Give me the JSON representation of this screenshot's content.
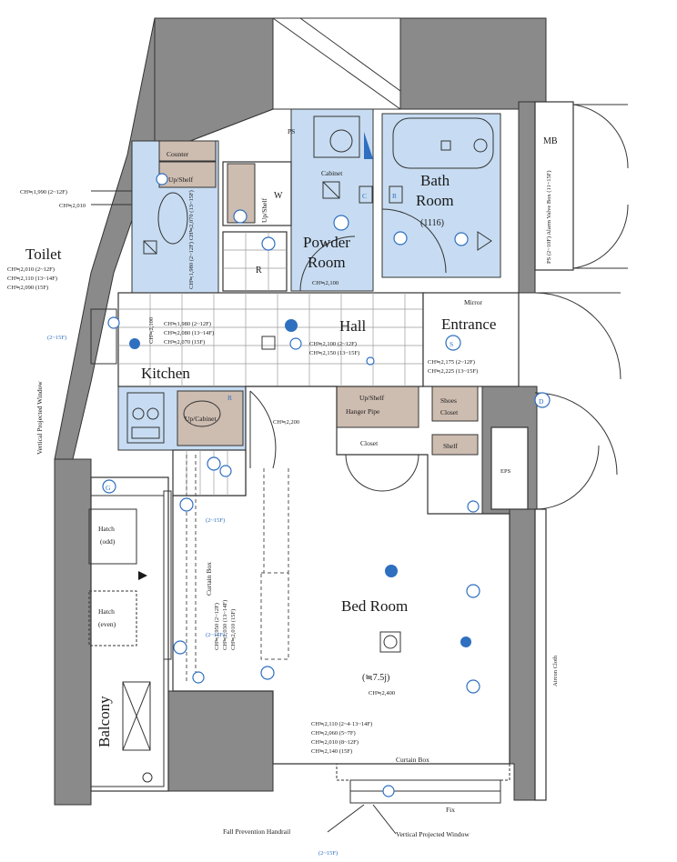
{
  "rooms": {
    "toilet": "Toilet",
    "kitchen": "Kitchen",
    "hall": "Hall",
    "entrance": "Entrance",
    "bath_room_1": "Bath",
    "bath_room_2": "Room",
    "bath_size": "(1116)",
    "powder_room_1": "Powder",
    "powder_room_2": "Room",
    "bed_room": "Bed Room",
    "bed_size": "(≒7.5j)",
    "balcony": "Balcony"
  },
  "labels": {
    "ps_top": "PS",
    "mb": "MB",
    "eps": "EPS",
    "w": "W",
    "r_mark": "R",
    "counter_shelf": "Counter",
    "up_shelf_toilet": "Up/Shelf",
    "up_shelf_w": "Up/Shelf",
    "cabinet": "Cabinet",
    "mirror": "Mirror",
    "up_cabinet": "Up/Cabinet",
    "shoes_closet_1": "Shoes",
    "shoes_closet_2": "Closet",
    "up_shelf_closet": "Up/Shelf",
    "hanger_pipe": "Hanger Pipe",
    "closet": "Closet",
    "shelf": "Shelf",
    "hatch_odd_1": "Hatch",
    "hatch_odd_2": "(odd)",
    "hatch_even_1": "Hatch",
    "hatch_even_2": "(even)",
    "curtain_box_vertical": "Curtain Box",
    "curtain_box_bottom": "Curtain Box",
    "fix": "Fix",
    "fall_prevention": "Fall Prevention Handrail",
    "vertical_window_bottom": "Vertical Projected Window",
    "vertical_window_left": "Vertical Projected Window",
    "aircon_cloth": "Aircon Cloth",
    "ps_alarm": "PS (2~10F) Alarm Valve Box (11~15F)",
    "g_mark": "G",
    "s_mark": "S",
    "d_mark": "D",
    "c_mark": "C",
    "r_mark_bath": "R",
    "r_mark_kitchen": "R"
  },
  "ceiling_heights": {
    "toilet_top_1": "CH≒1,990 (2~12F)",
    "toilet_top_2": "CH≒2,010",
    "toilet_1": "CH≒2,010 (2~12F)",
    "toilet_2": "CH≒2,110 (13~14F)",
    "toilet_3": "CH≒2,090 (15F)",
    "toilet_inner": "CH≒1,980 (2~12F) CH≒2,070 (13~15F)",
    "powder": "CH≒2,100",
    "kitchen_left": "CH≒2,100",
    "hall_left_1": "CH≒1,980 (2~12F)",
    "hall_left_2": "CH≒2,080 (13~14F)",
    "hall_left_3": "CH≒2,070 (15F)",
    "hall_right_1": "CH≒2,100 (2~12F)",
    "hall_right_2": "CH≒2,150 (13~15F)",
    "entrance_1": "CH≒2,175 (2~12F)",
    "entrance_2": "CH≒2,225 (13~15F)",
    "bed_upper": "CH≒2,200",
    "bed_main": "CH≒2,400",
    "bed_curtain_1": "CH≒1,950 (2~12F)",
    "bed_curtain_2": "CH≒2,030 (13~14F)",
    "bed_curtain_3": "CH≒2,010 (15F)",
    "bed_bottom_1": "CH≒2,110 (2~4·13~14F)",
    "bed_bottom_2": "CH≒2,060 (5~7F)",
    "bed_bottom_3": "CH≒2,010 (8~12F)",
    "bed_bottom_4": "CH≒2,140 (15F)"
  },
  "floor_notes": {
    "left_window": "(2~15F)",
    "balcony_upper": "(2~15F)",
    "balcony_lower": "(2~15F)",
    "bottom_window": "(2~15F)"
  },
  "colors": {
    "wall": "#8a8a8a",
    "wet_area": "#c7dcf2",
    "storage": "#cdbcb0",
    "outlet_blue": "#2f6fc0"
  }
}
